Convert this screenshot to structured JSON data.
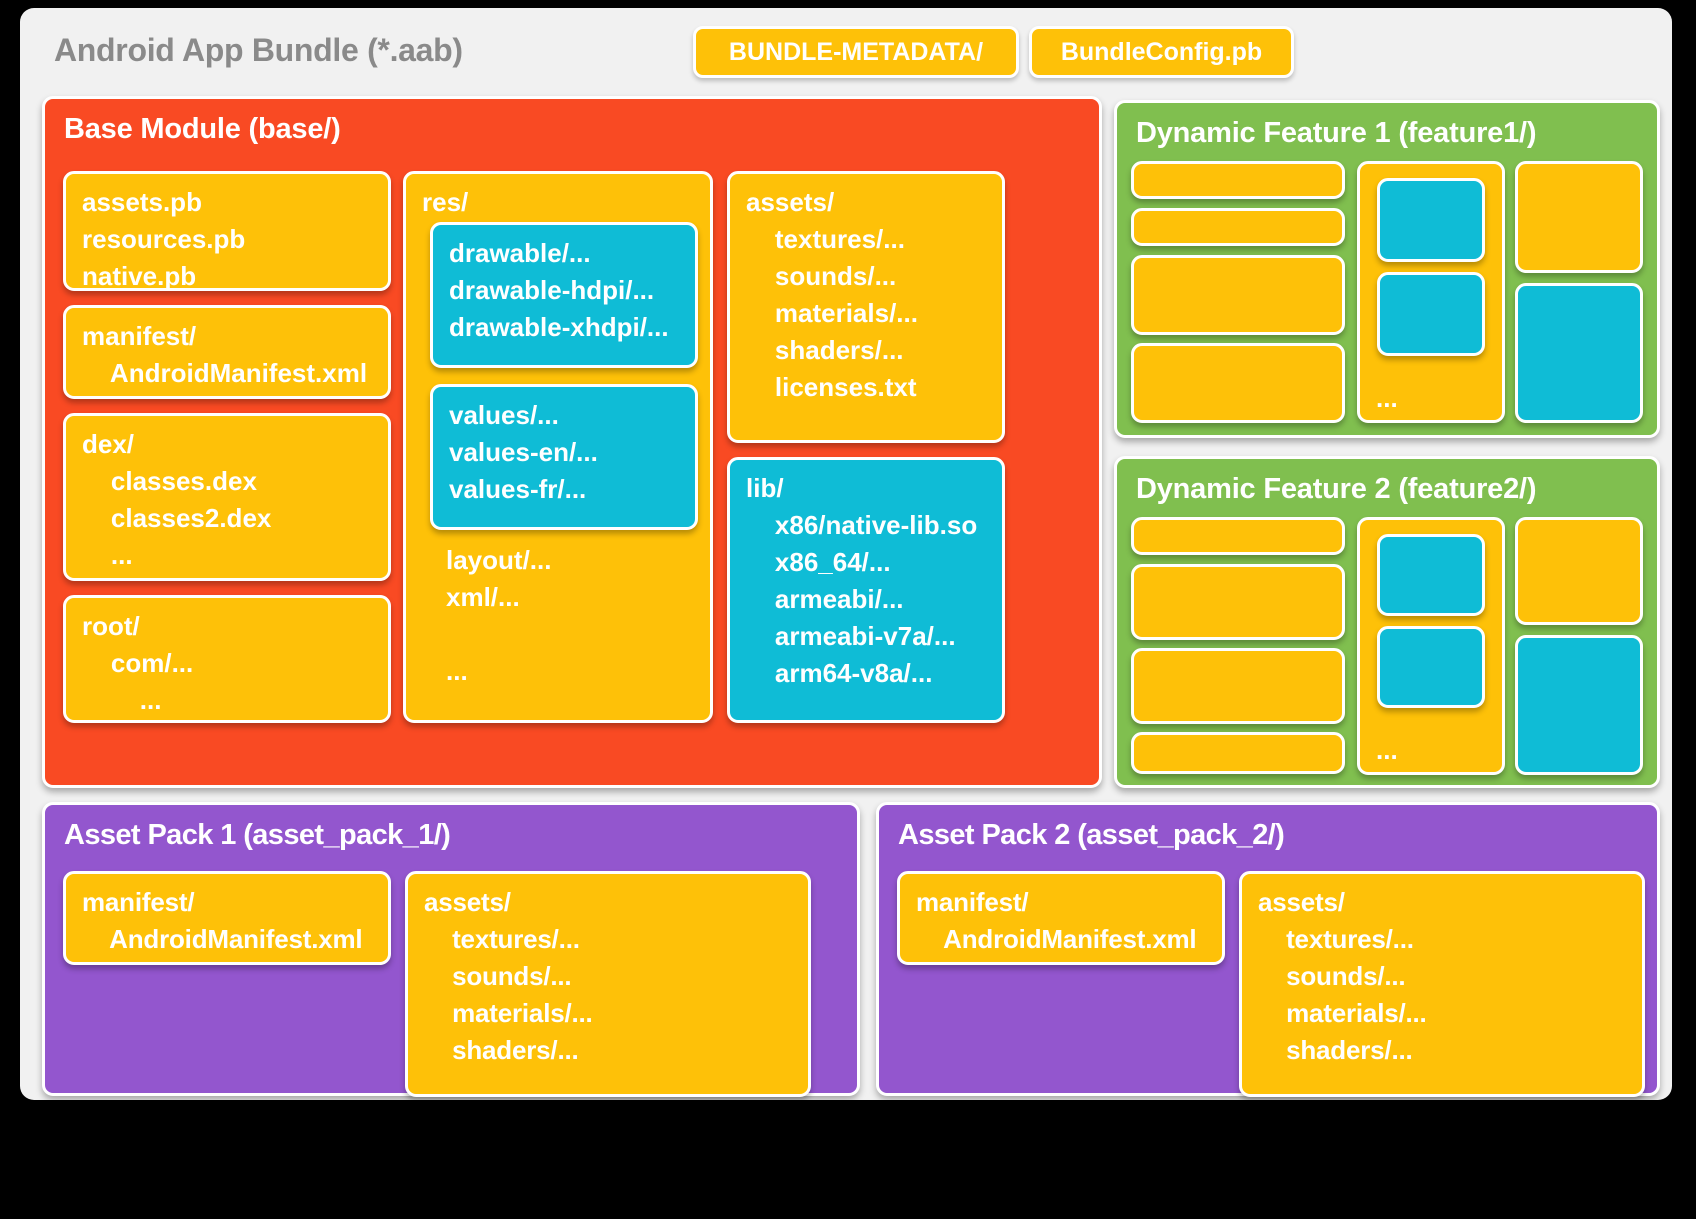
{
  "bundle": {
    "title": "Android App Bundle (*.aab)",
    "pills": [
      {
        "name": "bundle-metadata",
        "label": "BUNDLE-METADATA/"
      },
      {
        "name": "bundle-config",
        "label": "BundleConfig.pb"
      }
    ]
  },
  "base_module": {
    "title": "Base Module (base/)",
    "protos_box": "assets.pb\nresources.pb\nnative.pb",
    "manifest_box": "manifest/\n    AndroidManifest.xml",
    "dex_box": "dex/\n    classes.dex\n    classes2.dex\n    ...",
    "root_box": "root/\n    com/...\n        ...",
    "res_label": "res/",
    "res_drawable_box": "drawable/...\ndrawable-hdpi/...\ndrawable-xhdpi/...\n\n...",
    "res_values_box": "values/...\nvalues-en/...\nvalues-fr/...\n\n...",
    "res_tail": "layout/...\nxml/...\n\n...",
    "assets_box": "assets/\n    textures/...\n    sounds/...\n    materials/...\n    shaders/...\n    licenses.txt",
    "lib_box": "lib/\n    x86/native-lib.so\n    x86_64/...\n    armeabi/...\n    armeabi-v7a/...\n    arm64-v8a/..."
  },
  "feature1": {
    "title": "Dynamic Feature 1 (feature1/)",
    "ellipsis": "..."
  },
  "feature2": {
    "title": "Dynamic Feature 2 (feature2/)",
    "ellipsis": "..."
  },
  "asset_pack_1": {
    "title": "Asset Pack 1 (asset_pack_1/)",
    "manifest_box": "manifest/\n    AndroidManifest.xml",
    "assets_box": "assets/\n    textures/...\n    sounds/...\n    materials/...\n    shaders/..."
  },
  "asset_pack_2": {
    "title": "Asset Pack 2 (asset_pack_2/)",
    "manifest_box": "manifest/\n    AndroidManifest.xml",
    "assets_box": "assets/\n    textures/...\n    sounds/...\n    materials/...\n    shaders/..."
  },
  "colors": {
    "bundle_bg": "#f1f1f1",
    "base_module": "#f94a23",
    "dynamic_feature": "#80bf4f",
    "asset_pack": "#9356ce",
    "yellow": "#fec108",
    "cyan": "#0fbcd6",
    "title_grey": "#8a8a8a",
    "page_bg": "#000000"
  }
}
